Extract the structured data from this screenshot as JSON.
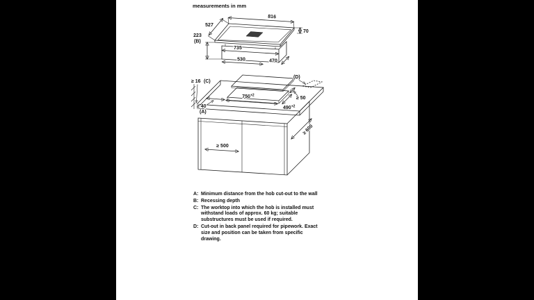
{
  "title": {
    "measurement_note": "measurements in mm"
  },
  "hob_drawing": {
    "glass_depth": "527",
    "glass_width": "816",
    "hob_height": "70",
    "recess_depth": "223",
    "recess_label": "(B)",
    "box_width": "735",
    "box_bottom_width": "530",
    "box_bottom_depth": "470"
  },
  "cutout_drawing": {
    "worktop_thickness": "≥ 16",
    "worktop_label": "(C)",
    "cutout_width": "750",
    "cutout_width_tol": "+2",
    "cutout_depth": "490",
    "cutout_depth_tol": "+2",
    "rear_clearance": "≥ 50",
    "back_panel_label": "(D)",
    "wall_clearance": "≥ 40",
    "wall_label": "(A)",
    "cabinet_depth": "≥ 600",
    "interior_width": "≥ 500"
  },
  "notes": [
    {
      "key": "A:",
      "text": "Minimum distance from the hob cut-out to the wall"
    },
    {
      "key": "B:",
      "text": "Recessing depth"
    },
    {
      "key": "C:",
      "text": "The worktop into which the hob is installed must withstand loads of approx. 60 kg; suitable substructures must be used if required."
    },
    {
      "key": "D:",
      "text": "Cut-out in back panel required for pipework. Exact size and position can be taken from specific drawing."
    }
  ],
  "colors": {
    "line": "#1f1f1f",
    "page_bg": "#ffffff",
    "outer_bg": "#000000"
  }
}
